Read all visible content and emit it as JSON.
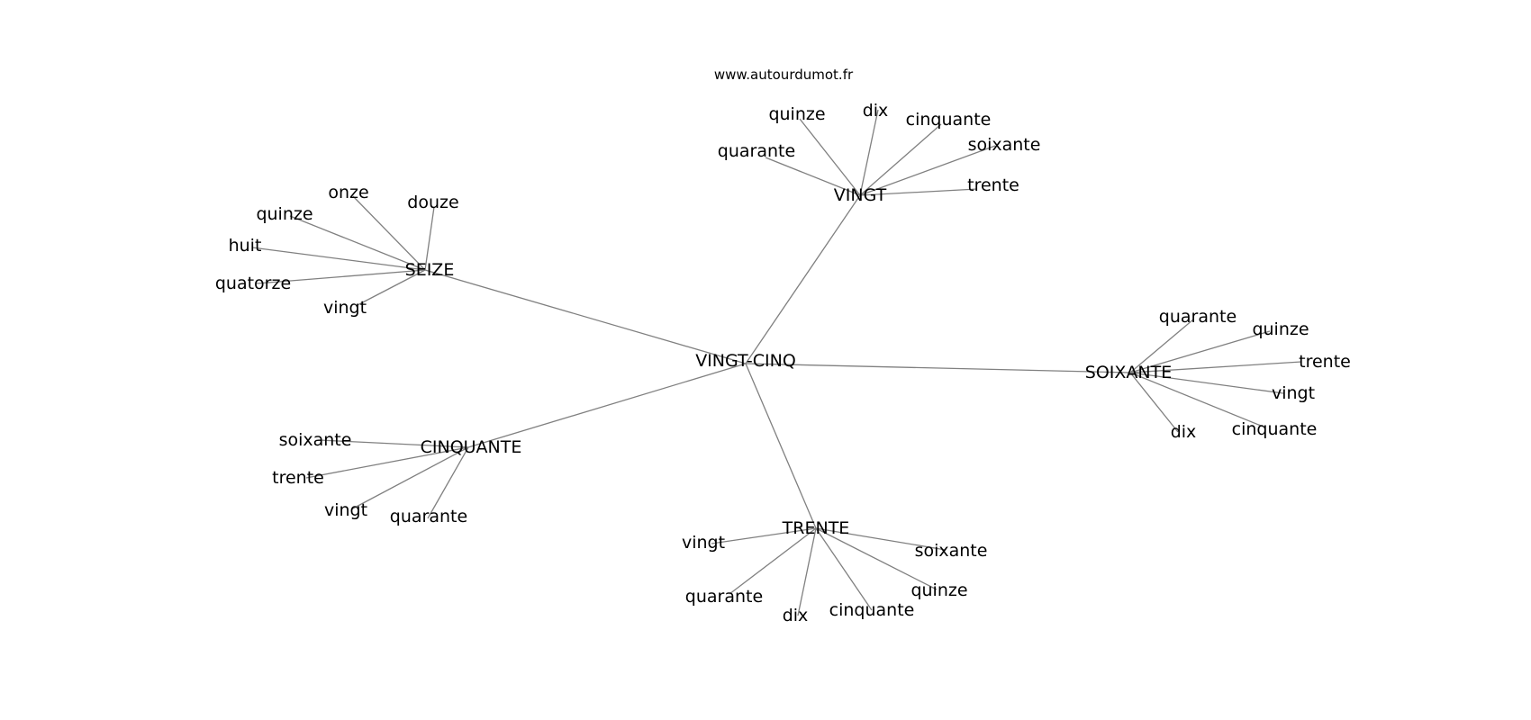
{
  "site_label": "www.autourdumot.fr",
  "edge_color": "#808080",
  "text_color": "#000000",
  "graph": {
    "center": "VINGT-CINQ",
    "hubs": [
      {
        "label": "VINGT",
        "leaves": [
          "quarante",
          "quinze",
          "dix",
          "cinquante",
          "soixante",
          "trente"
        ]
      },
      {
        "label": "SEIZE",
        "leaves": [
          "onze",
          "douze",
          "quinze",
          "huit",
          "quatorze",
          "vingt"
        ]
      },
      {
        "label": "SOIXANTE",
        "leaves": [
          "quarante",
          "quinze",
          "trente",
          "vingt",
          "cinquante",
          "dix"
        ]
      },
      {
        "label": "CINQUANTE",
        "leaves": [
          "soixante",
          "trente",
          "vingt",
          "quarante"
        ]
      },
      {
        "label": "TRENTE",
        "leaves": [
          "vingt",
          "quarante",
          "dix",
          "cinquante",
          "quinze",
          "soixante"
        ]
      }
    ]
  }
}
